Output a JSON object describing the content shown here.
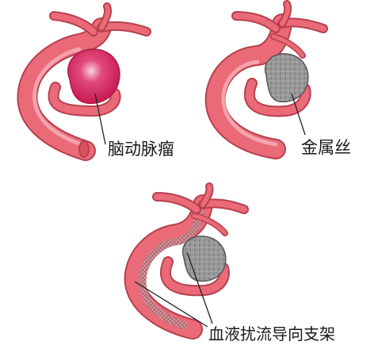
{
  "labels": {
    "aneurysm": "脑动脉瘤",
    "coil": "金属丝",
    "stent": "血液扰流导向支架"
  },
  "colors": {
    "vessel_fill": "#ea6a78",
    "vessel_light": "#f6b1b9",
    "vessel_outline": "#b8404e",
    "aneurysm_core": "#d4205a",
    "aneurysm_glow": "#f3a6c0",
    "coil_fill": "#8c8c8c",
    "stent_fill": "#c98a92",
    "pointer_line": "#222222"
  },
  "icons": {
    "panel_aneurysm": "vessel-with-aneurysm",
    "panel_coil": "vessel-with-coil",
    "panel_stent": "vessel-with-stent-and-coil"
  }
}
